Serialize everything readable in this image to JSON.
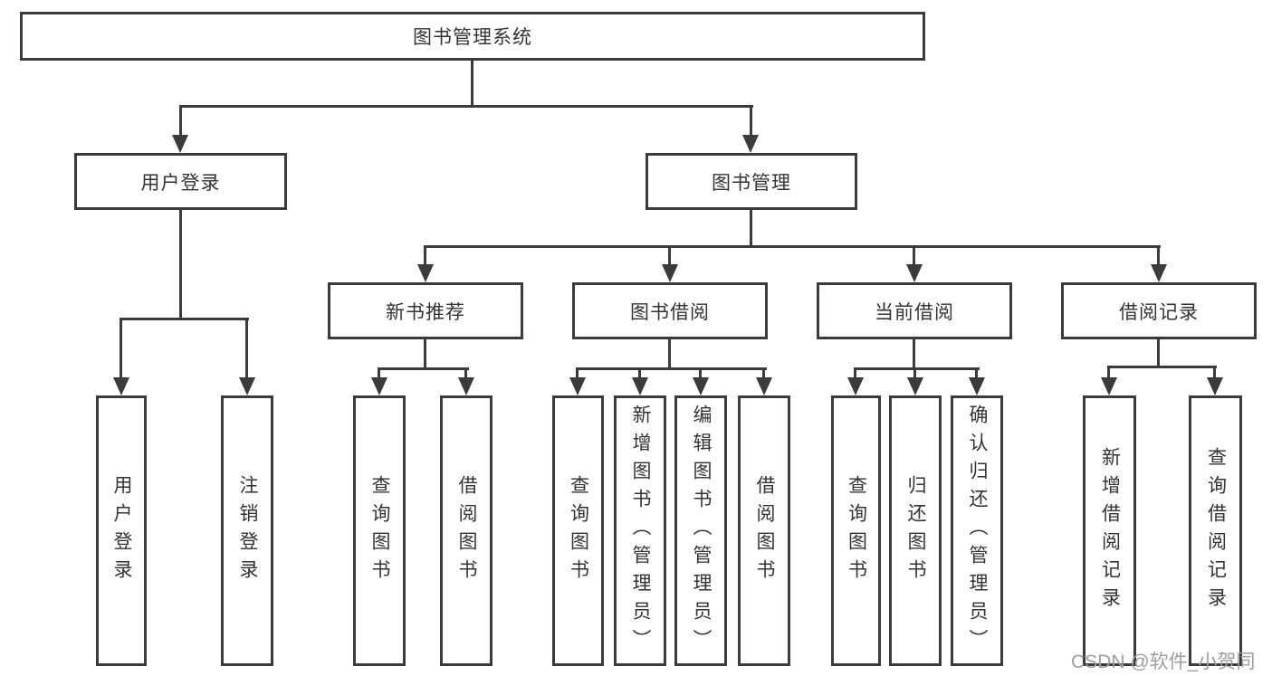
{
  "diagram": {
    "title": "图书管理系统",
    "type": "hierarchy-tree",
    "tree": {
      "root": {
        "label": "图书管理系统",
        "children": [
          {
            "label": "用户登录",
            "children": [
              {
                "label": "用户登录"
              },
              {
                "label": "注销登录"
              }
            ]
          },
          {
            "label": "图书管理",
            "children": [
              {
                "label": "新书推荐",
                "children": [
                  {
                    "label": "查询图书"
                  },
                  {
                    "label": "借阅图书"
                  }
                ]
              },
              {
                "label": "图书借阅",
                "children": [
                  {
                    "label": "查询图书"
                  },
                  {
                    "label": "新增图书（管理员）"
                  },
                  {
                    "label": "编辑图书（管理员）"
                  },
                  {
                    "label": "借阅图书"
                  }
                ]
              },
              {
                "label": "当前借阅",
                "children": [
                  {
                    "label": "查询图书"
                  },
                  {
                    "label": "归还图书"
                  },
                  {
                    "label": "确认归还（管理员）"
                  }
                ]
              },
              {
                "label": "借阅记录",
                "children": [
                  {
                    "label": "新增借阅记录"
                  },
                  {
                    "label": "查询借阅记录"
                  }
                ]
              }
            ]
          }
        ]
      }
    },
    "colors": {
      "line": "#3b3b3b",
      "text": "#333333",
      "background": "#ffffff",
      "watermark": "#9e9e9e"
    }
  },
  "watermark": {
    "text": "CSDN @软件_小贺同学"
  }
}
